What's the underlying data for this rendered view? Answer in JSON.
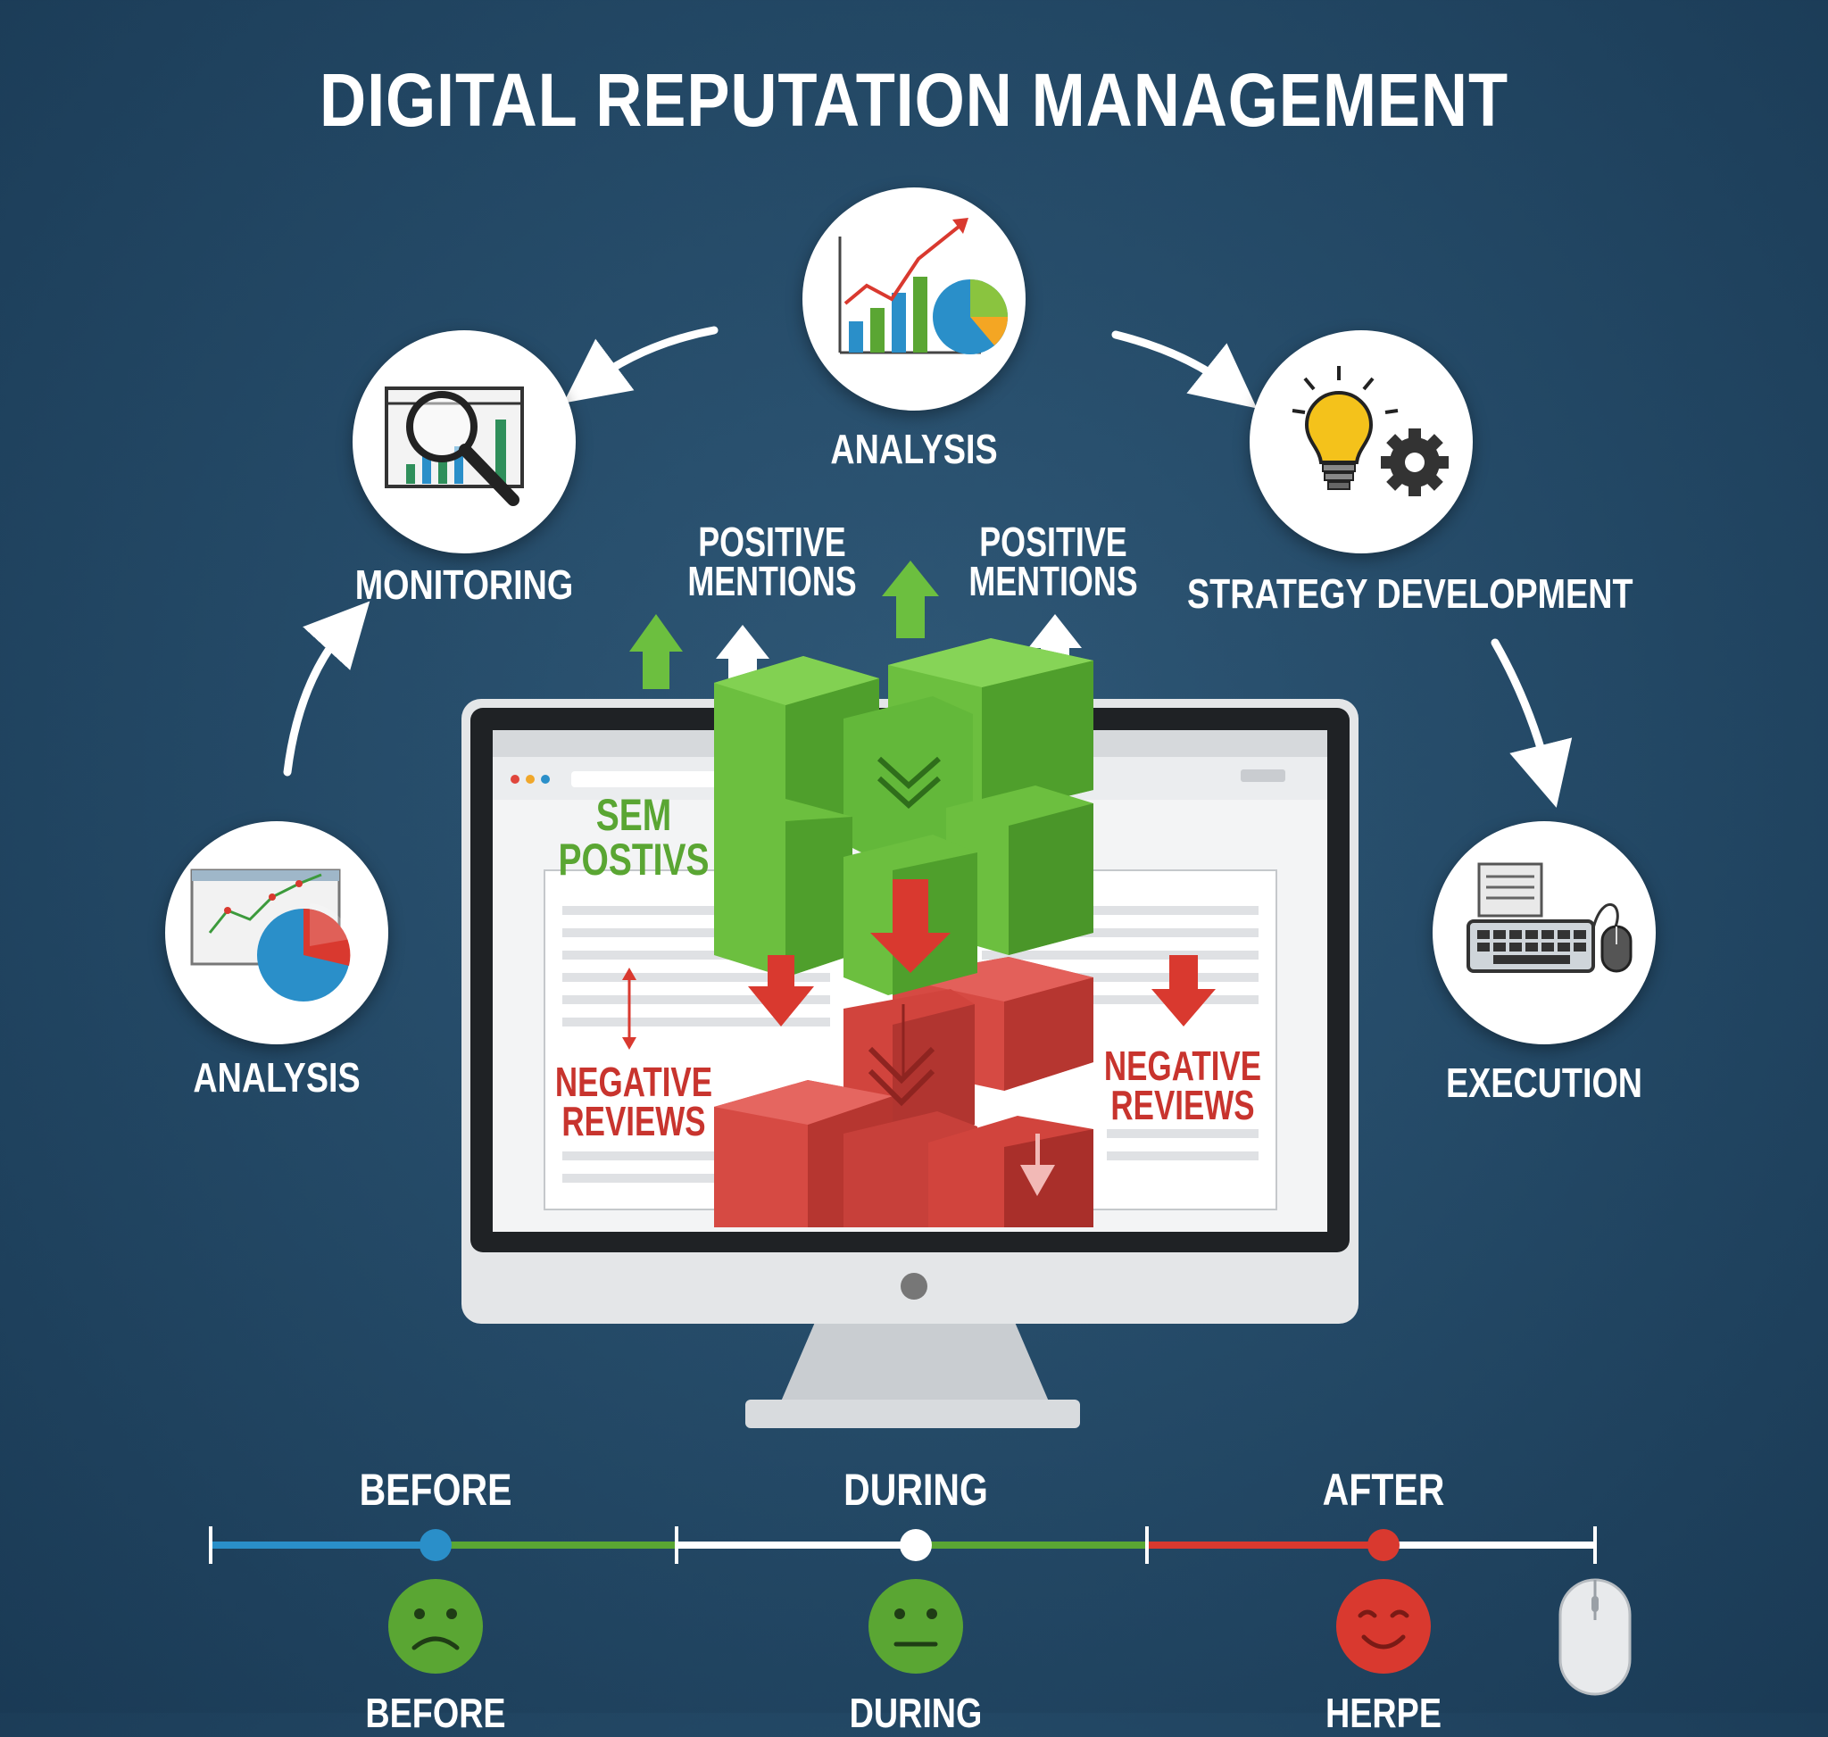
{
  "title": "DIGITAL REPUTATION MANAGEMENT",
  "stages": {
    "analysis_top": {
      "label": "ANALYSIS",
      "icon": "growth-chart-icon"
    },
    "monitoring": {
      "label": "MONITORING",
      "icon": "magnifier-chart-icon"
    },
    "strategy": {
      "label": "STRATEGY DEVELOPMENT",
      "icon": "lightbulb-gear-icon"
    },
    "analysis_left": {
      "label": "ANALYSIS",
      "icon": "line-pie-chart-icon"
    },
    "execution": {
      "label": "EXECUTION",
      "icon": "keyboard-mouse-icon"
    }
  },
  "mentions": {
    "positive_left": [
      "POSITIVE",
      "MENTIONS"
    ],
    "positive_right": [
      "POSITIVE",
      "MENTIONS"
    ],
    "sem": [
      "SEM",
      "POSTIVS"
    ],
    "negative_left": [
      "NEGATIVE",
      "REVIEWS"
    ],
    "negative_right": [
      "NEGATIVE",
      "REVIEWS"
    ]
  },
  "timeline": {
    "phases": [
      {
        "label": "BEFORE",
        "sub": "BEFORE",
        "face": "sad-face-icon",
        "color": "#5aa633"
      },
      {
        "label": "DURING",
        "sub": "DURING",
        "face": "neutral-face-icon",
        "color": "#5aa633"
      },
      {
        "label": "AFTER",
        "sub": "HERPE",
        "face": "content-face-icon",
        "color": "#d9392f"
      }
    ]
  },
  "colors": {
    "background": "#234865",
    "positive_green": "#6cbf3f",
    "negative_red": "#d9453d",
    "timeline_blue": "#2a8fc9"
  }
}
